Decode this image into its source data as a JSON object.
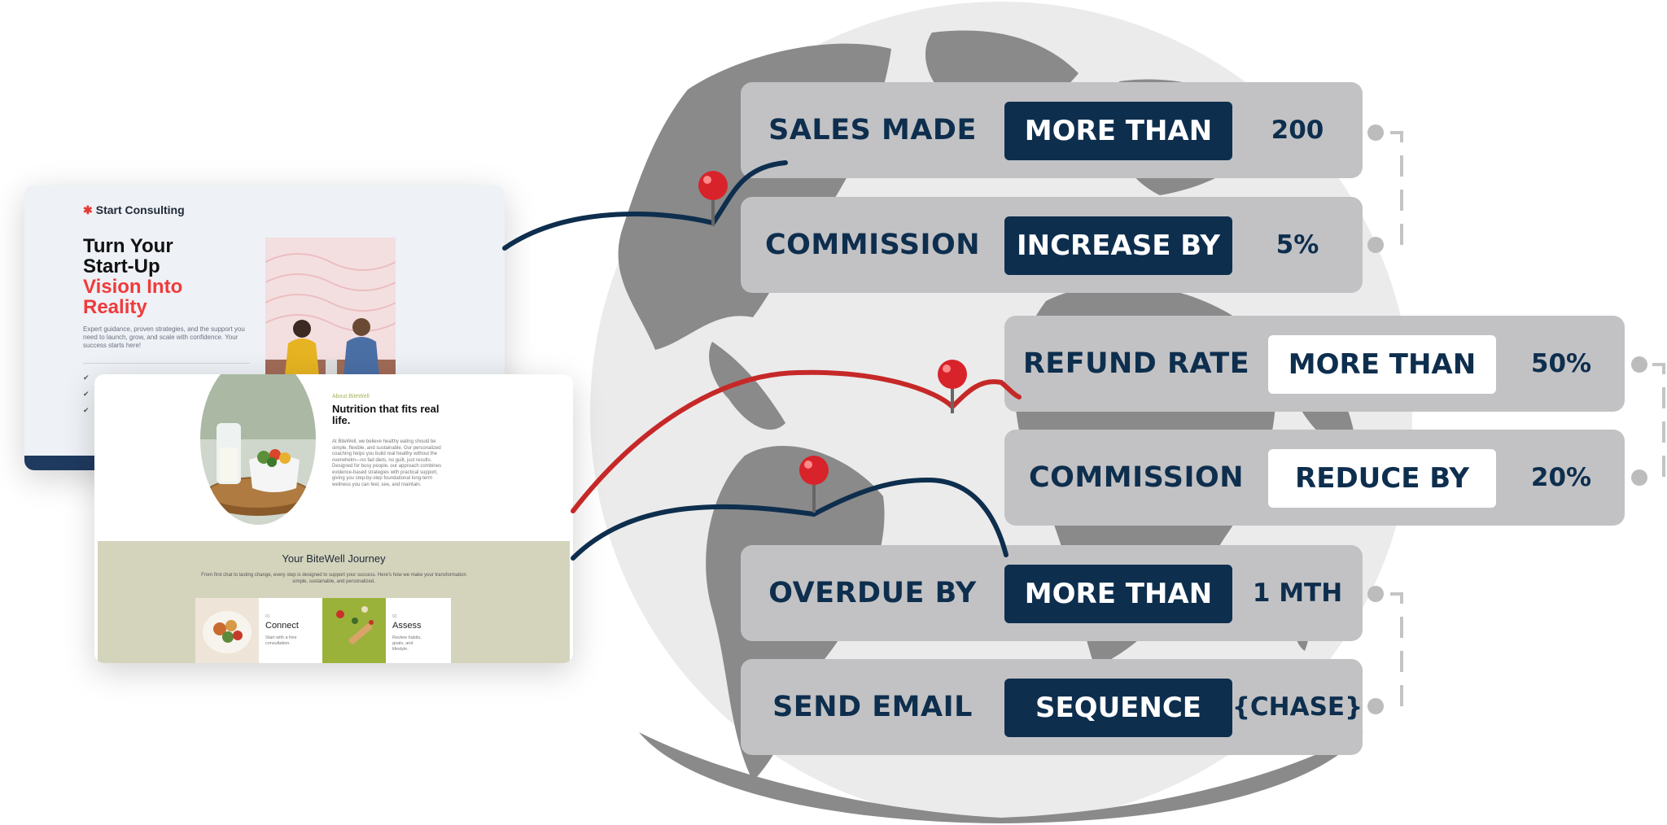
{
  "palette": {
    "navy": "#0e2e4e",
    "red": "#c62828",
    "globe_ocean": "#ebebeb",
    "globe_land": "#8a8a8a",
    "rule_background": "#c2c2c4"
  },
  "consulting_card": {
    "brand": "Start Consulting",
    "brand_icon": "asterisk-icon",
    "headline_line1": "Turn Your",
    "headline_line2": "Start-Up",
    "headline_accent1": "Vision Into",
    "headline_accent2": "Reality",
    "lede": "Expert guidance, proven strategies, and the support you need to launch, grow, and scale with confidence. Your success starts here!",
    "photo": "two-women-consulting-photo"
  },
  "nutrition_card": {
    "eyebrow": "About BiteWell",
    "heading": "Nutrition that fits real life.",
    "body": "At BiteWell, we believe healthy eating should be simple, flexible, and sustainable. Our personalized coaching helps you build real healthy without the overwhelm—no fad diets, no guilt, just results. Designed for busy people, our approach combines evidence-based strategies with practical support, giving you step-by-step foundational long-term wellness you can feel, see, and maintain.",
    "journey_title": "Your BiteWell Journey",
    "journey_sub": "From first chat to lasting change, every step is designed to support your success. Here's how we make your transformation simple, sustainable, and personalized.",
    "steps": [
      {
        "num": "01",
        "title": "Connect",
        "desc": "Start with a free consultation."
      },
      {
        "num": "02",
        "title": "Assess",
        "desc": "Review habits, goals, and lifestyle."
      }
    ]
  },
  "rules": [
    {
      "label": "SALES MADE",
      "operator": "MORE THAN",
      "value": "200",
      "style": "dark"
    },
    {
      "label": "COMMISSION",
      "operator": "INCREASE BY",
      "value": "5%",
      "style": "dark"
    },
    {
      "label": "REFUND RATE",
      "operator": "MORE THAN",
      "value": "50%",
      "style": "light"
    },
    {
      "label": "COMMISSION",
      "operator": "REDUCE BY",
      "value": "20%",
      "style": "light"
    },
    {
      "label": "OVERDUE BY",
      "operator": "MORE THAN",
      "value": "1 MTH",
      "style": "dark"
    },
    {
      "label": "SEND EMAIL",
      "operator": "SEQUENCE",
      "value": "{CHASE}",
      "style": "dark"
    }
  ]
}
